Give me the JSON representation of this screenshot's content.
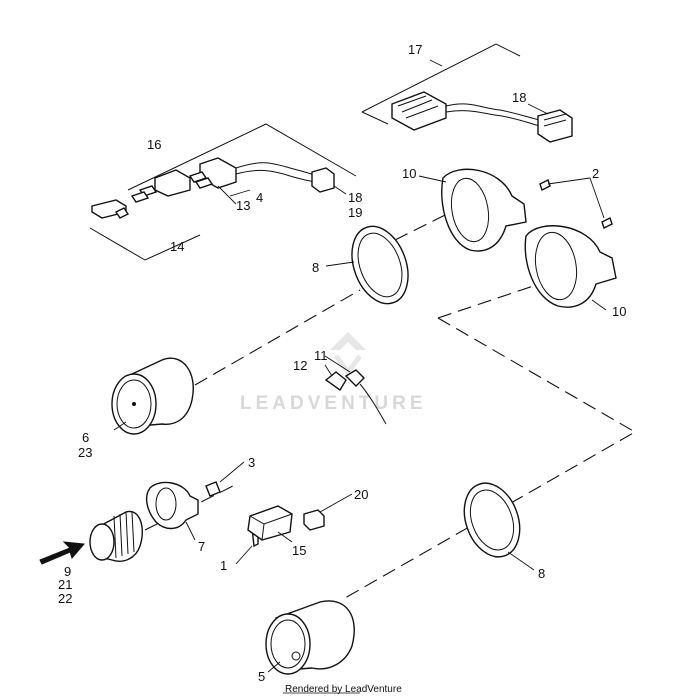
{
  "callouts": {
    "c1": "1",
    "c2": "2",
    "c3": "3",
    "c4": "4",
    "c5": "5",
    "c6": "6",
    "c7": "7",
    "c8a": "8",
    "c8b": "8",
    "c9": "9",
    "c10a": "10",
    "c10b": "10",
    "c11": "11",
    "c12": "12",
    "c13": "13",
    "c14": "14",
    "c15": "15",
    "c16": "16",
    "c17": "17",
    "c18a": "18",
    "c18b": "18",
    "c19": "19",
    "c20": "20",
    "c21": "21",
    "c22": "22",
    "c23": "23"
  },
  "watermark": "LEADVENTURE",
  "footer": "Rendered by LeadVenture"
}
